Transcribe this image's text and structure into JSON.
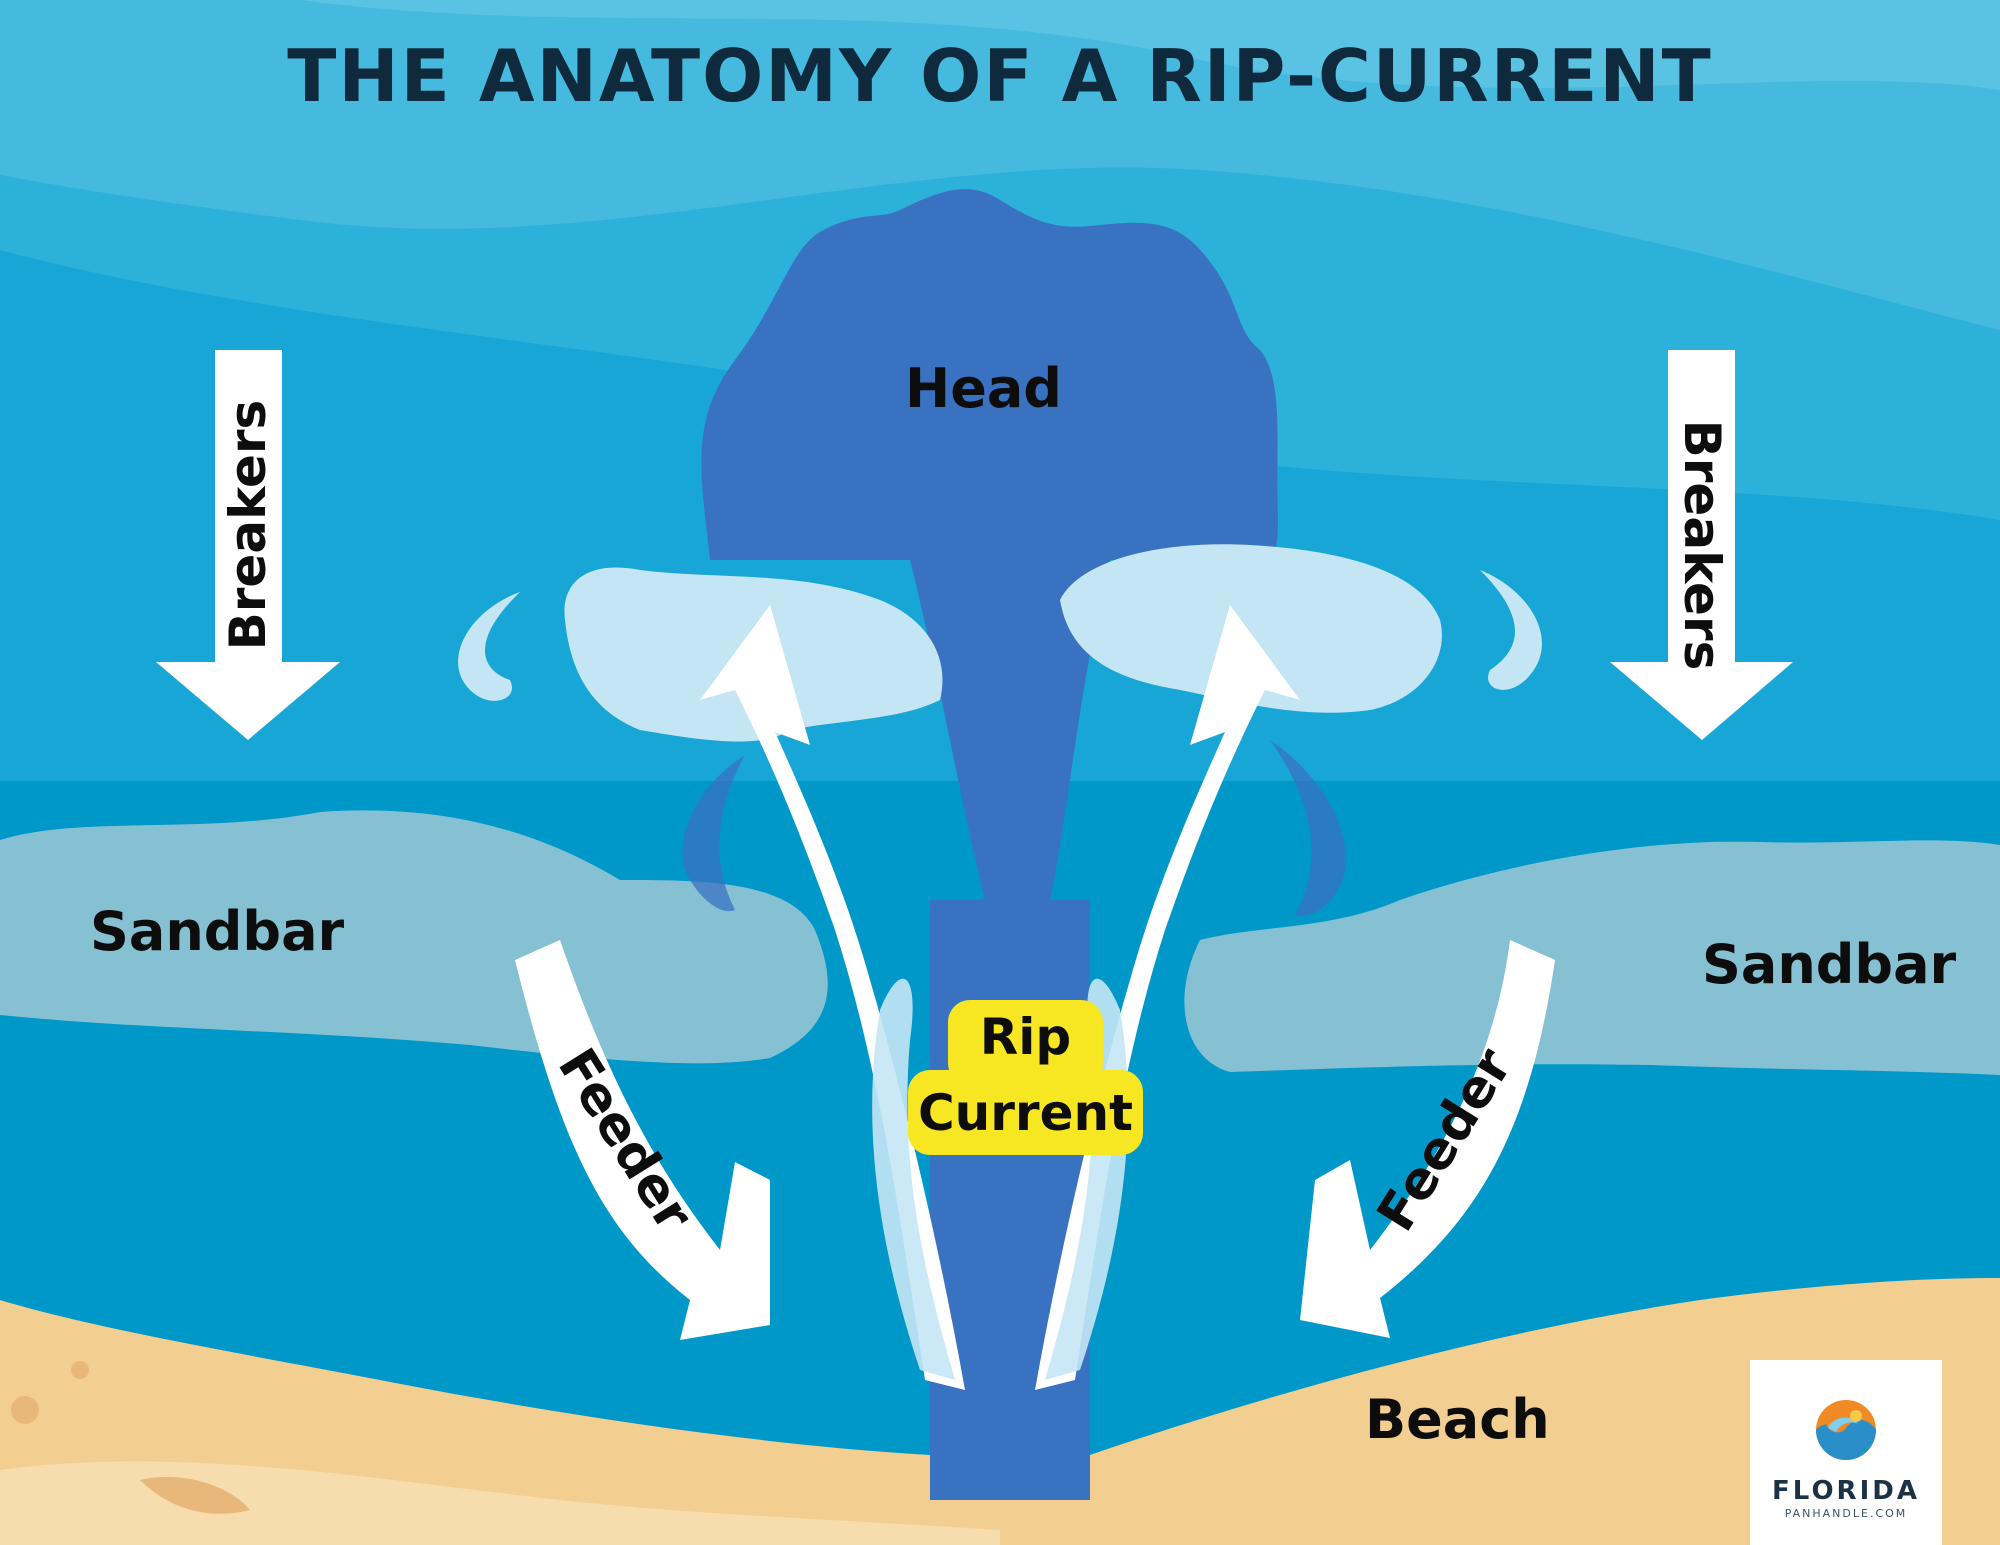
{
  "title": "THE ANATOMY OF A RIP-CURRENT",
  "labels": {
    "head": "Head",
    "breakers_left": "Breakers",
    "breakers_right": "Breakers",
    "sandbar_left": "Sandbar",
    "sandbar_right": "Sandbar",
    "feeder_left": "Feeder",
    "feeder_right": "Feeder",
    "rip_line1": "Rip",
    "rip_line2": "Current",
    "beach": "Beach"
  },
  "logo": {
    "name": "FLORIDA",
    "sub": "PANHANDLE.COM"
  },
  "colors": {
    "deep_water": "#0097c9",
    "light_water": "#42b6dc",
    "rip_current": "#3a72c2",
    "foam": "#c4e5f4",
    "sandbar": "#86c1d3",
    "sand": "#f2ce90",
    "badge": "#f7e622",
    "arrow": "#ffffff"
  }
}
